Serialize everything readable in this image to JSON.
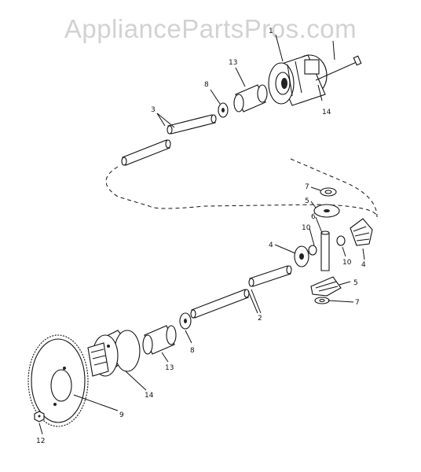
{
  "watermark": "AppliancePartsPros.com",
  "callouts": {
    "c1": "1",
    "c2": "2",
    "c3": "3",
    "c4a": "4",
    "c4b": "4",
    "c5a": "5",
    "c5b": "5",
    "c6": "6",
    "c7a": "7",
    "c7b": "7",
    "c8a": "8",
    "c8b": "8",
    "c9": "9",
    "c10a": "10",
    "c10b": "10",
    "c12": "12",
    "c13a": "13",
    "c13b": "13",
    "c14a": "14",
    "c14b": "14"
  }
}
